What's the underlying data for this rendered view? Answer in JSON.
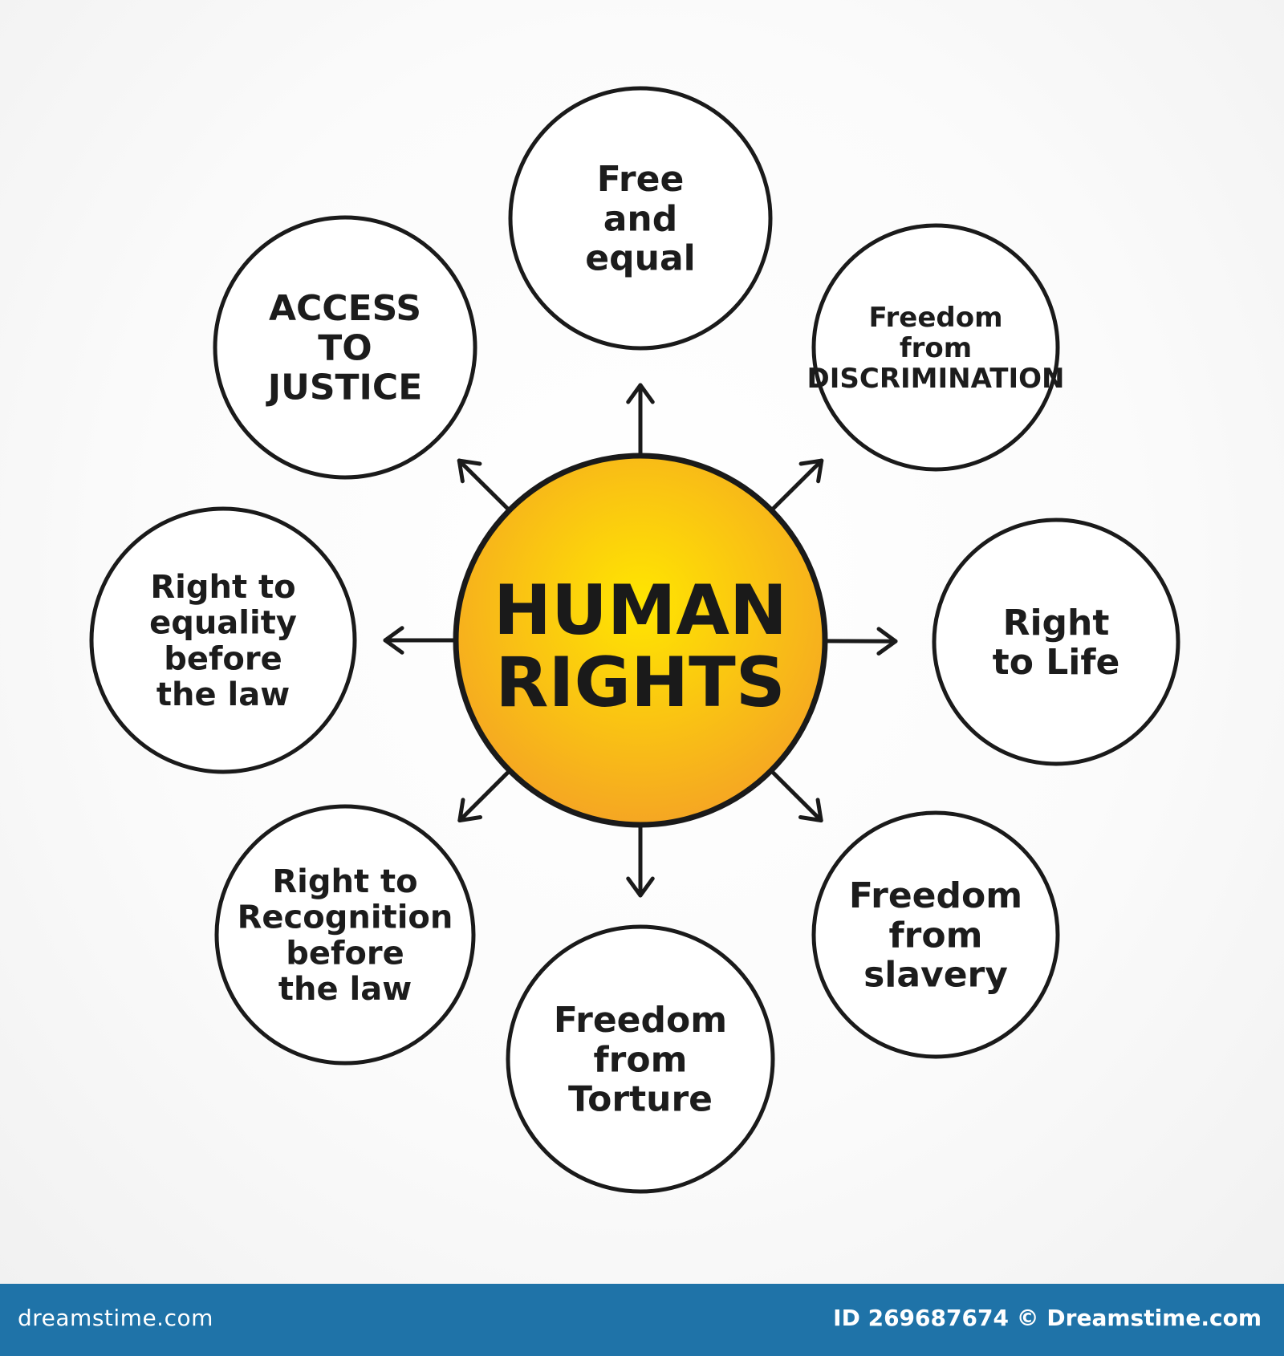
{
  "center": {
    "lines": [
      "HUMAN",
      "RIGHTS"
    ],
    "fill_color": "#f5a623",
    "fill_highlight": "#ffe600"
  },
  "nodes": [
    {
      "name": "node-free-and-equal",
      "lines": [
        "Free",
        "and",
        "equal"
      ]
    },
    {
      "name": "node-freedom-from-discrimination",
      "lines": [
        "Freedom",
        "from",
        "DISCRIMINATION"
      ]
    },
    {
      "name": "node-right-to-life",
      "lines": [
        "Right",
        "to Life"
      ]
    },
    {
      "name": "node-freedom-from-slavery",
      "lines": [
        "Freedom",
        "from",
        "slavery"
      ]
    },
    {
      "name": "node-freedom-from-torture",
      "lines": [
        "Freedom",
        "from",
        "Torture"
      ]
    },
    {
      "name": "node-right-to-recognition",
      "lines": [
        "Right to",
        "Recognition",
        "before",
        "the law"
      ]
    },
    {
      "name": "node-right-to-equality",
      "lines": [
        "Right to",
        "equality",
        "before",
        "the law"
      ]
    },
    {
      "name": "node-access-to-justice",
      "lines": [
        "ACCESS",
        "TO",
        "JUSTICE"
      ]
    }
  ],
  "footer": {
    "brand": "dreamstime.com",
    "id_text": "ID 269687674 © Dreamstime.com",
    "background_color": "#1f73a8"
  }
}
